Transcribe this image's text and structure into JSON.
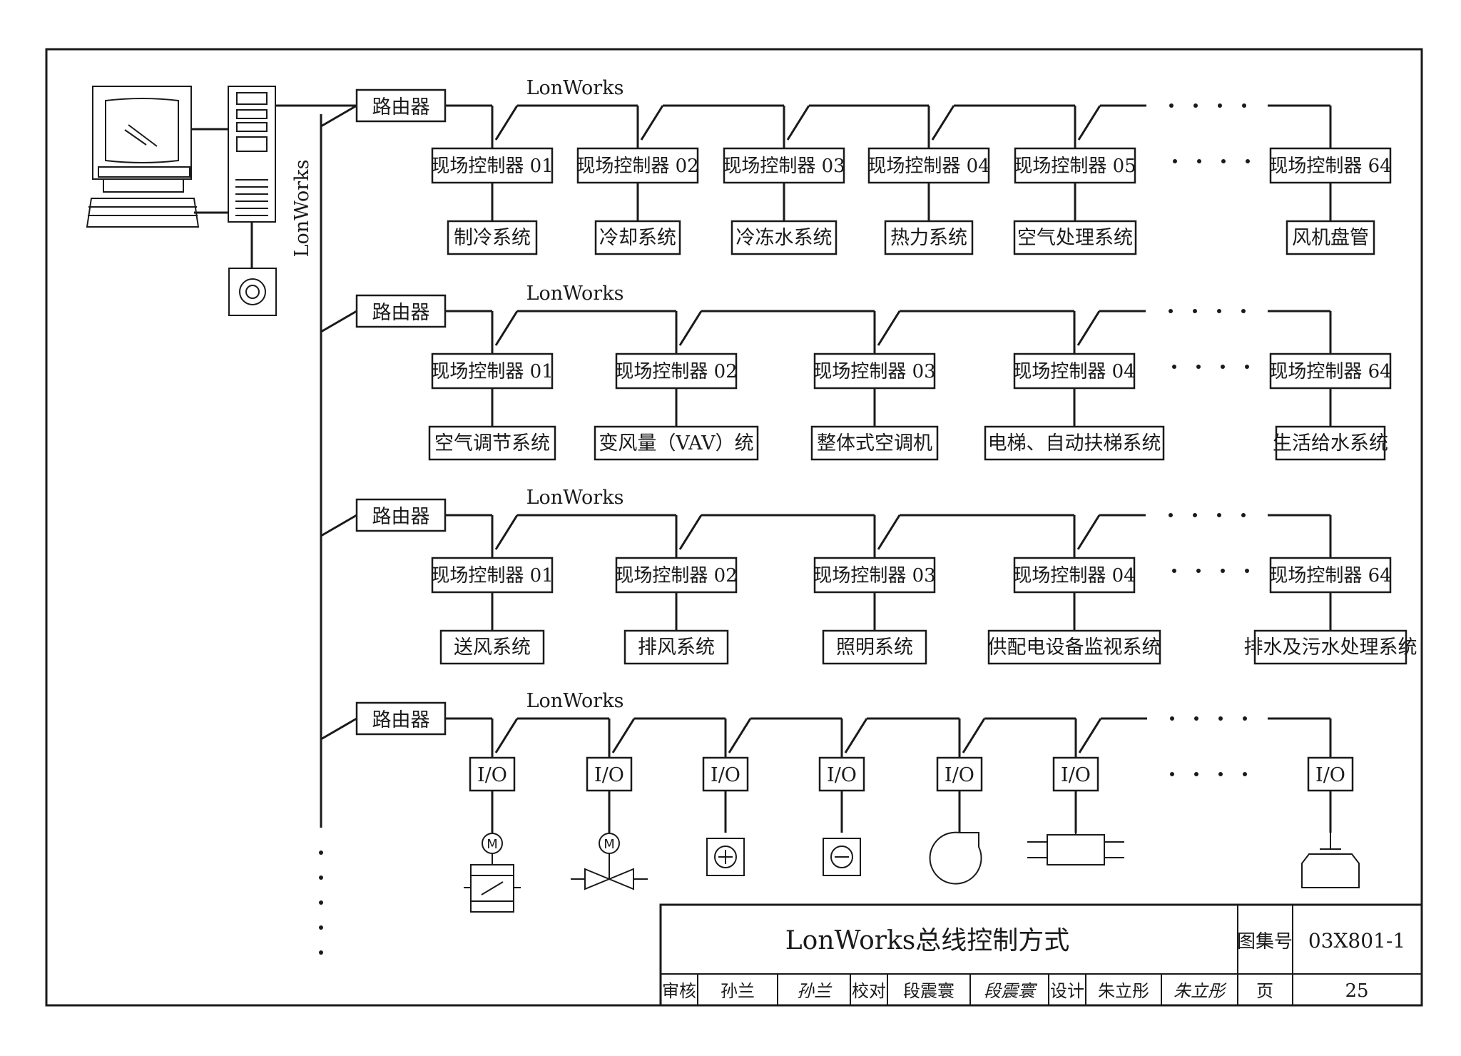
{
  "bus_label": "LonWorks",
  "backbone_label": "LonWorks",
  "router_label": "路由器",
  "rows": [
    {
      "controllers": [
        "现场控制器 01",
        "现场控制器 02",
        "现场控制器 03",
        "现场控制器 04",
        "现场控制器 05",
        "现场控制器 64"
      ],
      "systems": [
        "制冷系统",
        "冷却系统",
        "冷冻水系统",
        "热力系统",
        "空气处理系统",
        "风机盘管"
      ]
    },
    {
      "controllers": [
        "现场控制器 01",
        "现场控制器 02",
        "现场控制器 03",
        "现场控制器 04",
        "现场控制器 64"
      ],
      "systems": [
        "空气调节系统",
        "变风量（VAV）统",
        "整体式空调机",
        "电梯、自动扶梯系统",
        "生活给水系统"
      ]
    },
    {
      "controllers": [
        "现场控制器 01",
        "现场控制器 02",
        "现场控制器 03",
        "现场控制器 04",
        "现场控制器 64"
      ],
      "systems": [
        "送风系统",
        "排风系统",
        "照明系统",
        "供配电设备监视系统",
        "排水及污水处理系统"
      ]
    },
    {
      "io_label": "I/O",
      "device_icons": [
        "motorized-damper-icon",
        "motorized-valve-icon",
        "plus-sensor-icon",
        "minus-sensor-icon",
        "fan-icon",
        "pipe-sensor-icon",
        "tank-level-icon"
      ]
    }
  ],
  "title_block": {
    "title": "LonWorks总线控制方式",
    "atlas_label": "图集号",
    "atlas_number": "03X801-1",
    "review_label": "审核",
    "reviewer": "孙兰",
    "reviewer_signature": "孙兰",
    "check_label": "校对",
    "checker": "段震寰",
    "checker_signature": "段震寰",
    "design_label": "设计",
    "designer": "朱立彤",
    "designer_signature": "朱立彤",
    "page_label": "页",
    "page_number": "25"
  }
}
